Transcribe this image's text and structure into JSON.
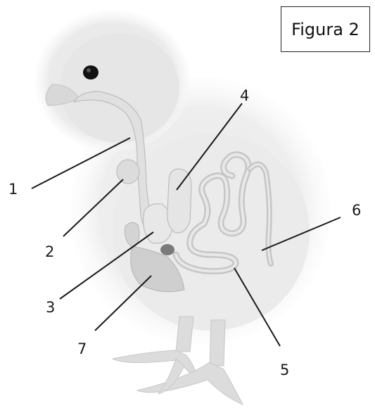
{
  "figure_label": "Figura 2",
  "labels": {
    "n1": "1",
    "n2": "2",
    "n3": "3",
    "n4": "4",
    "n5": "5",
    "n6": "6",
    "n7": "7"
  },
  "colors": {
    "outline": "#1a1a1a",
    "organ_fill": "#e4e4e4",
    "body_fill": "#ececec",
    "dark_organ": "#a8a8a8"
  }
}
